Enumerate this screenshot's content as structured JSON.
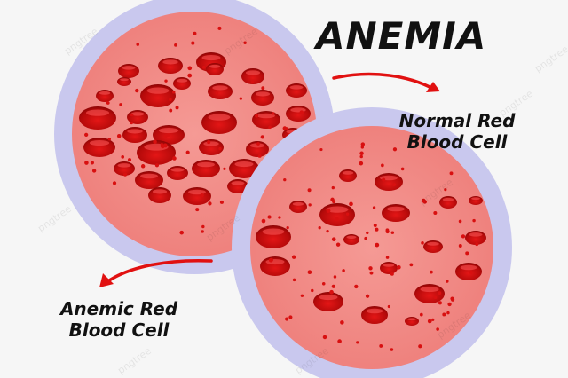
{
  "title": "ANEMIA",
  "labels": {
    "normal": [
      "Normal Red",
      "Blood Cell"
    ],
    "anemic": [
      "Anemic Red",
      "Blood Cell"
    ]
  },
  "watermark": "pngtree",
  "colors": {
    "ring": "#c9c8ee",
    "plasma": "#f18a86",
    "cell": "#c90d0d",
    "cell_highlight": "#ff5b5b",
    "arrow": "#e11111",
    "text": "#111111"
  }
}
